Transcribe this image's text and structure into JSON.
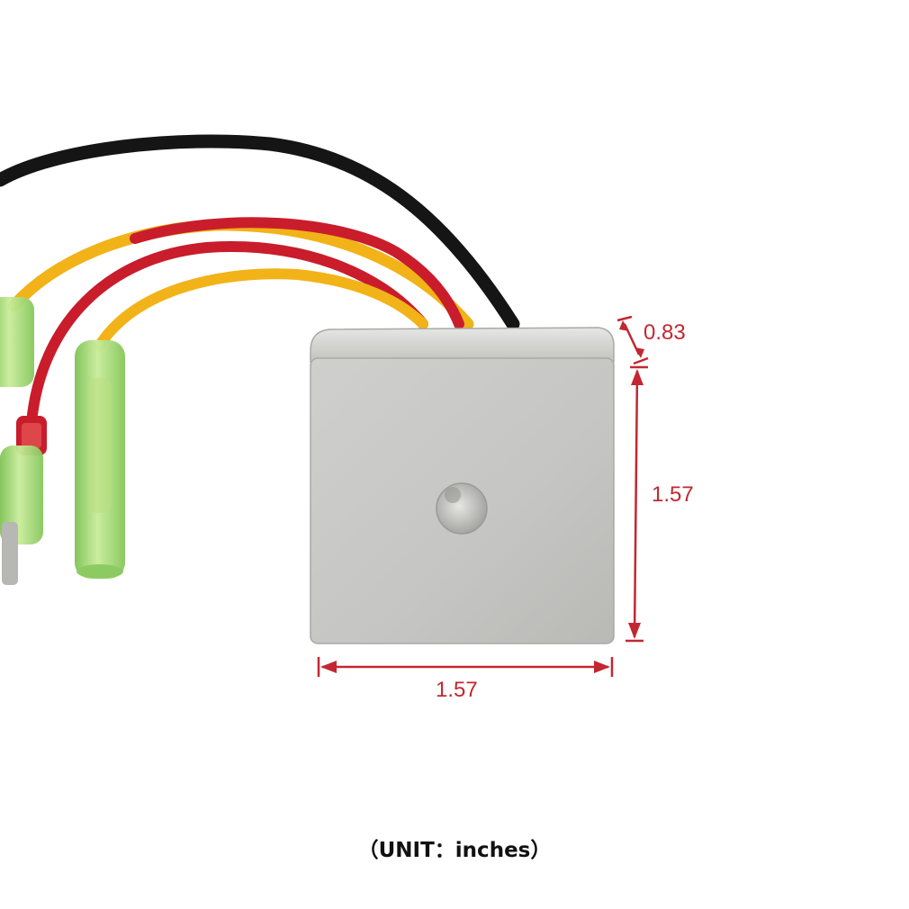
{
  "photo": {
    "colors": {
      "background": "#ffffff",
      "housing": "#c9c9c7",
      "housing_edge": "#a9a9a6",
      "wire_black": "#151515",
      "wire_yellow": "#f1b318",
      "wire_red": "#c91d2c",
      "connector_green": "#9bd36a",
      "dimension_red": "#c32731"
    }
  },
  "dimensions": {
    "depth": "0.83",
    "height": "1.57",
    "width": "1.57"
  },
  "caption": {
    "unit_text": "（UNIT：inches）"
  }
}
